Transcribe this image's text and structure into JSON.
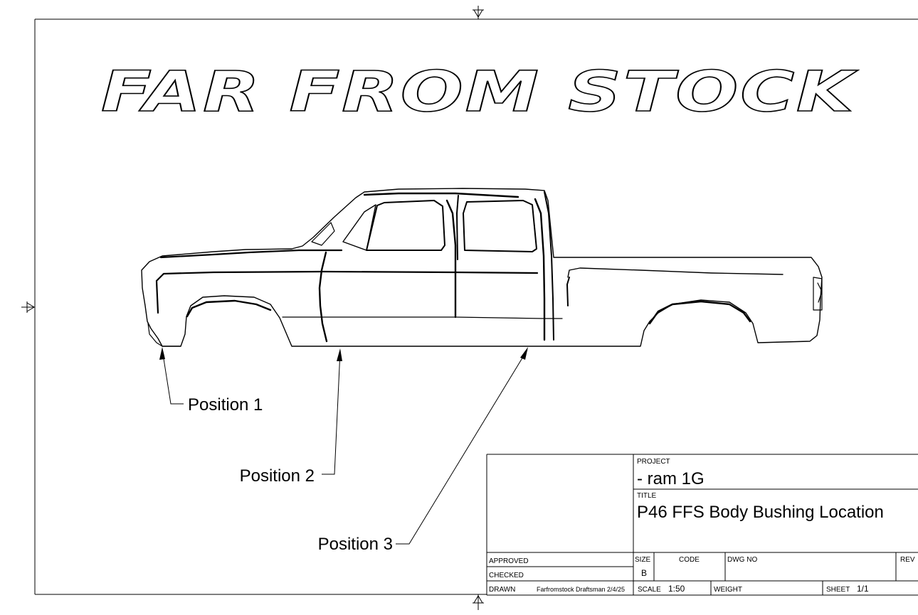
{
  "logo": {
    "text": "FAR FROM STOCK"
  },
  "callouts": [
    {
      "label": "Position 1"
    },
    {
      "label": "Position 2"
    },
    {
      "label": "Position 3"
    }
  ],
  "title_block": {
    "project_label": "PROJECT",
    "project_value": "- ram 1G",
    "title_label": "TITLE",
    "title_value": "P46 FFS Body Bushing Location",
    "approved_label": "APPROVED",
    "checked_label": "CHECKED",
    "drawn_label": "DRAWN",
    "drawn_value": "Farfromstock Draftsman  2/4/25",
    "size_label": "SIZE",
    "size_value": "B",
    "code_label": "CODE",
    "dwg_no_label": "DWG NO",
    "rev_label": "REV",
    "scale_label": "SCALE",
    "scale_value": "1:50",
    "weight_label": "WEIGHT",
    "sheet_label": "SHEET",
    "sheet_value": "1/1"
  }
}
